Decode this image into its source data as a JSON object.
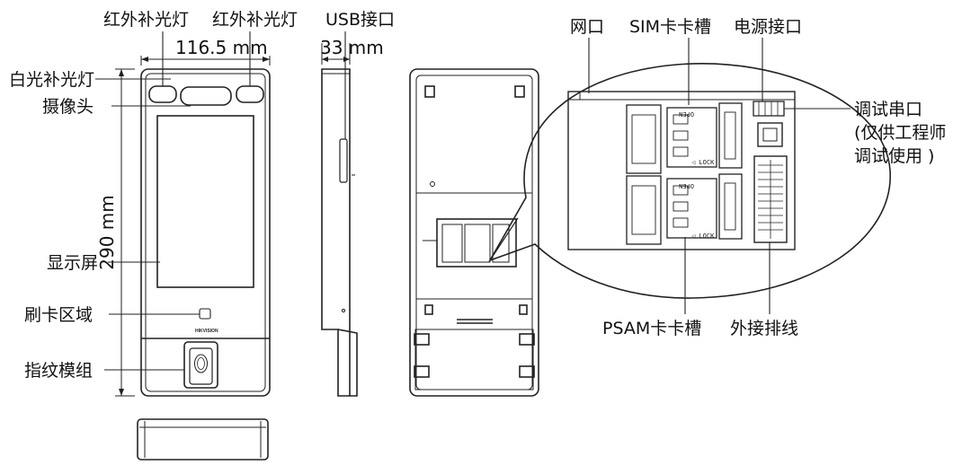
{
  "front": {
    "ir_light_left": "红外补光灯",
    "ir_light_right": "红外补光灯",
    "width_dim": "116.5 mm",
    "white_light": "白光补光灯",
    "camera": "摄像头",
    "height_dim": "290 mm",
    "display": "显示屏",
    "card_area": "刷卡区域",
    "fingerprint": "指纹模组",
    "brand": "HIKVISION"
  },
  "side": {
    "usb": "USB接口",
    "depth_dim": "33 mm"
  },
  "back": {
    "network": "网口",
    "sim_slot": "SIM卡卡槽",
    "power": "电源接口",
    "debug_line1": "调试串口",
    "debug_line2": "(仅供工程师",
    "debug_line3": "调试使用 )",
    "psam_slot": "PSAM卡卡槽",
    "external_cable": "外接排线",
    "slot_open": "OPEN",
    "slot_lock": "◁ LOCK"
  }
}
